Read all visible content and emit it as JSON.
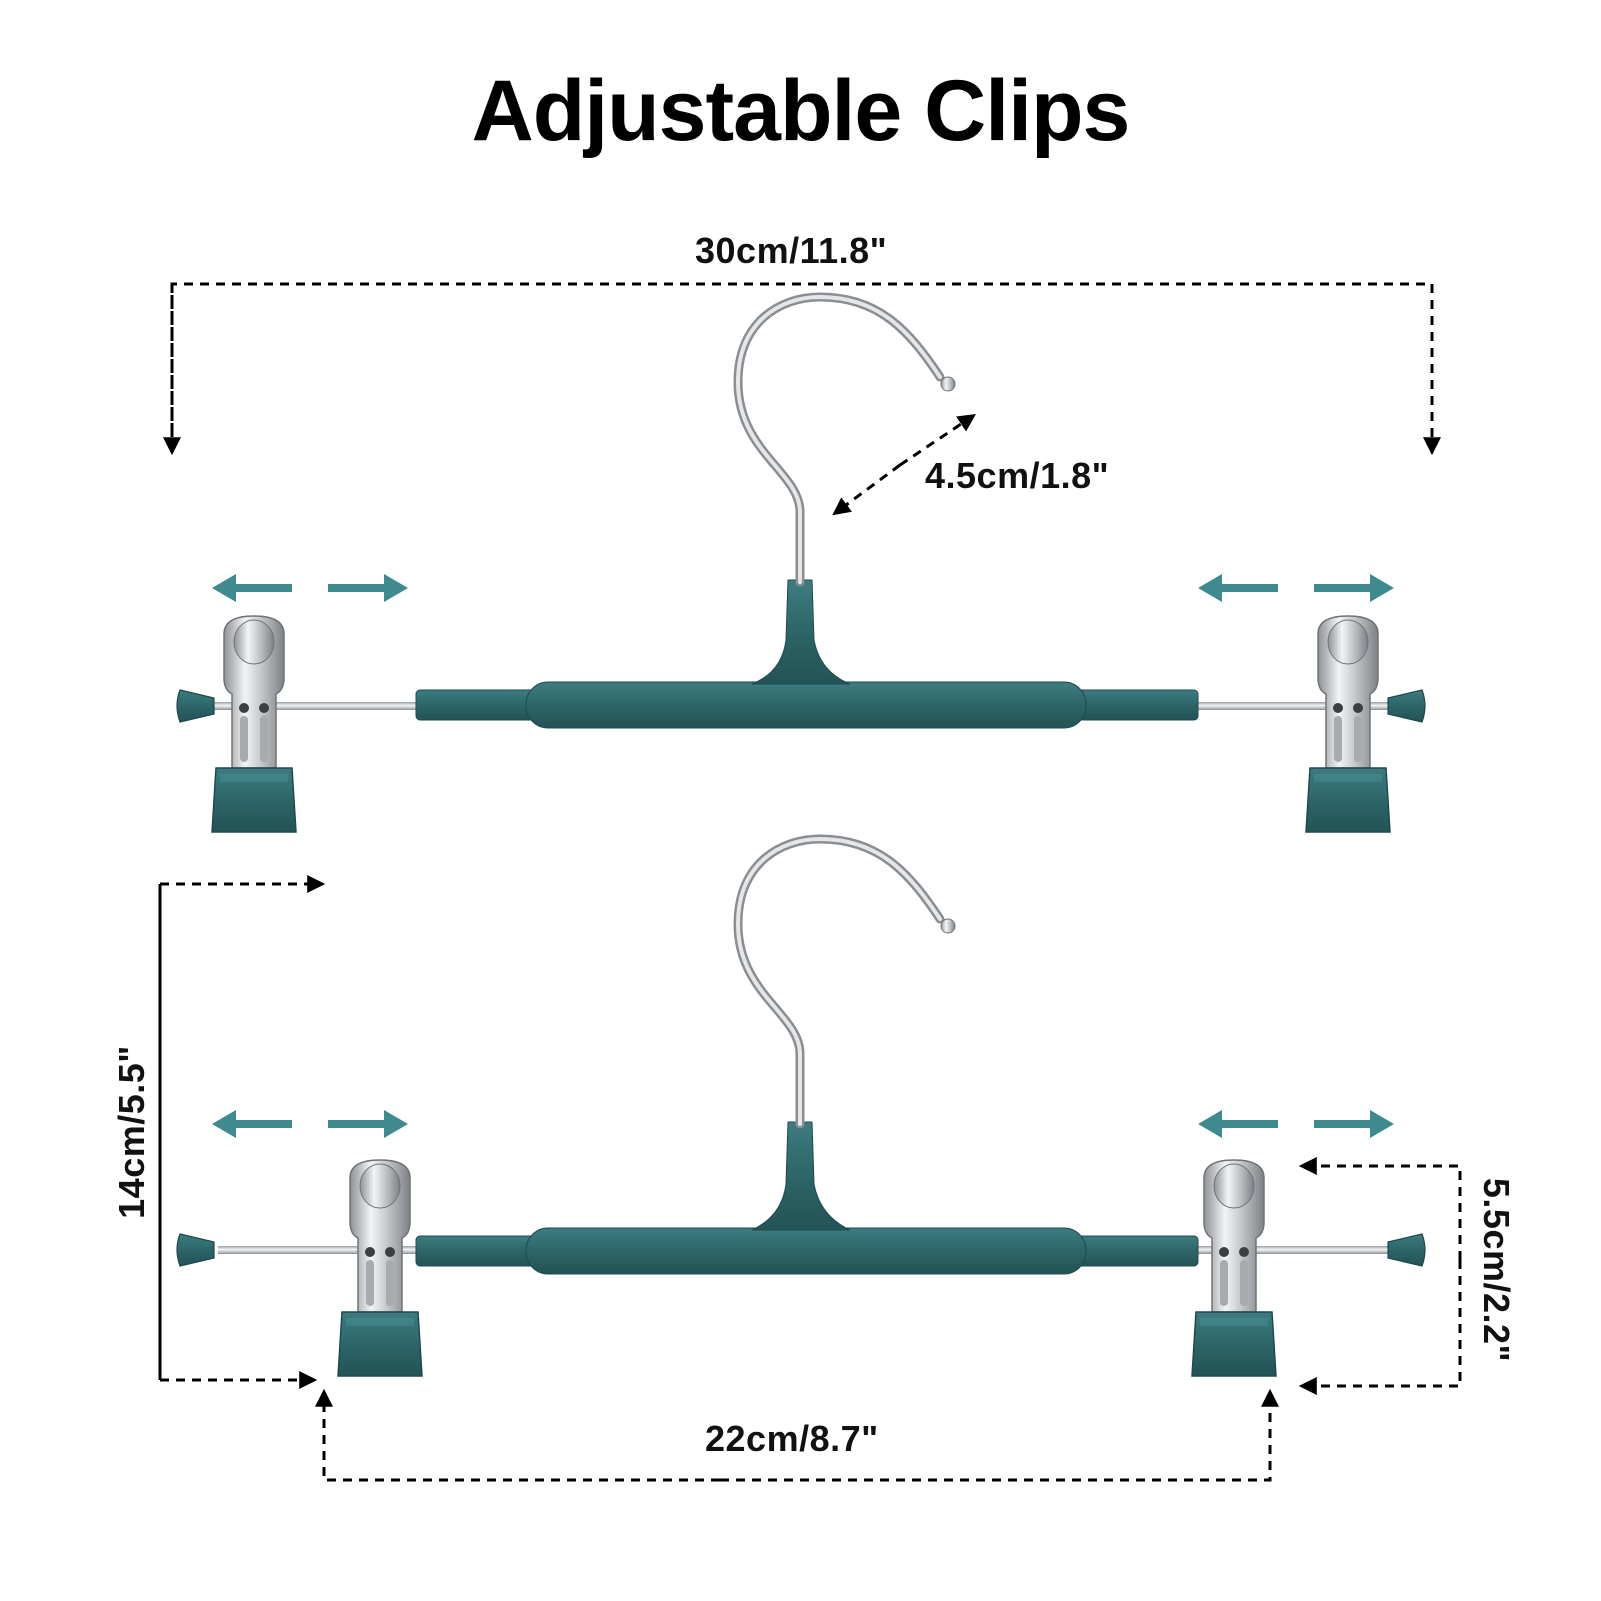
{
  "title": "Adjustable Clips",
  "dimensions": {
    "overall_width": "30cm/11.8\"",
    "hook_size": "4.5cm/1.8\"",
    "clip_spacing": "22cm/8.7\"",
    "hanger_height": "14cm/5.5\"",
    "clip_height": "5.5cm/2.2\""
  },
  "colors": {
    "teal": "#2f6b6f",
    "arrow_teal": "#3e8a8f",
    "chrome": "#c9ccd0"
  }
}
